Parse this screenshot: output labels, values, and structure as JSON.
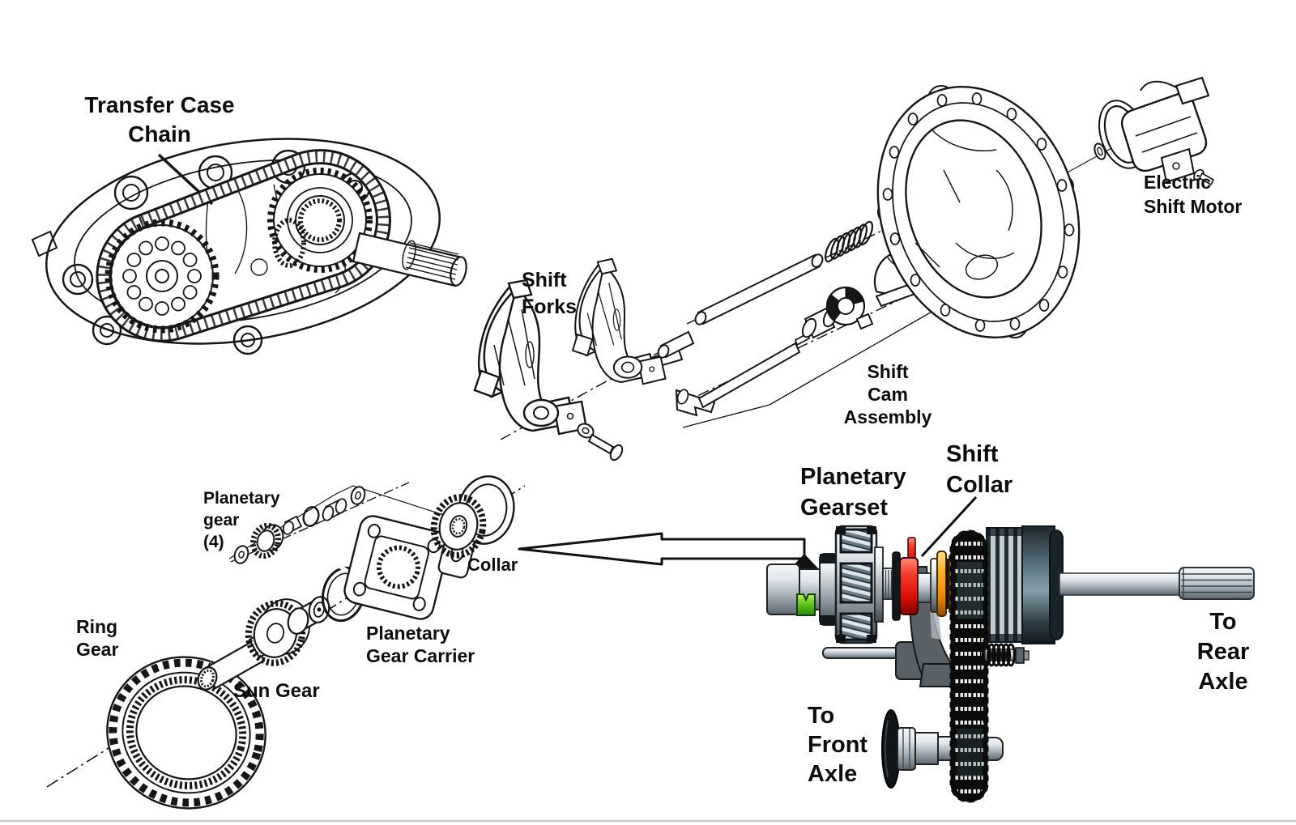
{
  "figure": {
    "type": "transfer-case-exploded-diagram",
    "description": "Exploded parts diagram of a 4WD transfer case with colored cutaway of planetary gearset and outputs"
  },
  "labels": {
    "transfer_case_chain": "Transfer Case\nChain",
    "shift_forks": "Shift\nForks",
    "electric_shift_motor": "Electric\nShift Motor",
    "shift_cam_assembly": "Shift\nCam\nAssembly",
    "planetary_gear_4": "Planetary\ngear\n(4)",
    "collar": "Collar",
    "ring_gear": "Ring\nGear",
    "sun_gear": "Sun Gear",
    "planetary_gear_carrier": "Planetary\nGear Carrier",
    "planetary_gearset": "Planetary\nGearset",
    "shift_collar": "Shift\nCollar",
    "to_rear_axle": "To Rear\nAxle",
    "to_front_axle": "To\nFront\nAxle"
  },
  "colors": {
    "line_art": "#161616",
    "shift_collar_red": "#e8251a",
    "synchro_orange": "#f59300",
    "clip_green": "#4db814",
    "drum_teal": "#87a0aa",
    "chain_black": "#0b0b0b",
    "metal_silver": "#b9c2c9",
    "fork_gray": "#596066"
  }
}
